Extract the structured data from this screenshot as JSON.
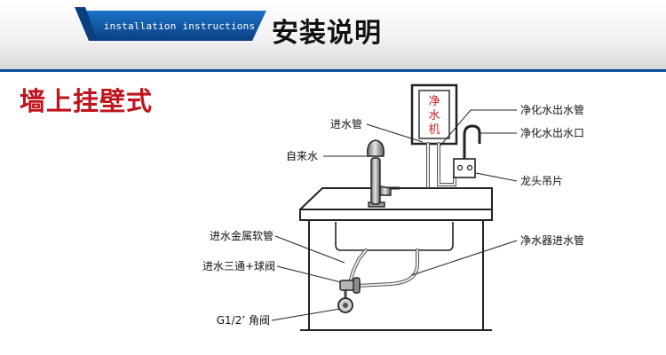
{
  "header": {
    "tag": "installation instructions",
    "title": "安装说明",
    "accent_color": "#0d4f9a"
  },
  "mount_type": "墙上挂壁式",
  "purifier": {
    "label": [
      "净",
      "水",
      "机"
    ],
    "label_color": "#d71a1a"
  },
  "labels": {
    "inlet_pipe": "进水管",
    "tap_water": "自来水",
    "purified_outlet_pipe": "净化水出水管",
    "purified_outlet": "净化水出水口",
    "faucet_bracket": "龙头吊片",
    "metal_hose": "进水金属软管",
    "tee_ball_valve": "进水三通+球阀",
    "purifier_inlet_pipe": "净水器进水管",
    "angle_valve": "G1/2’ 角阀"
  }
}
